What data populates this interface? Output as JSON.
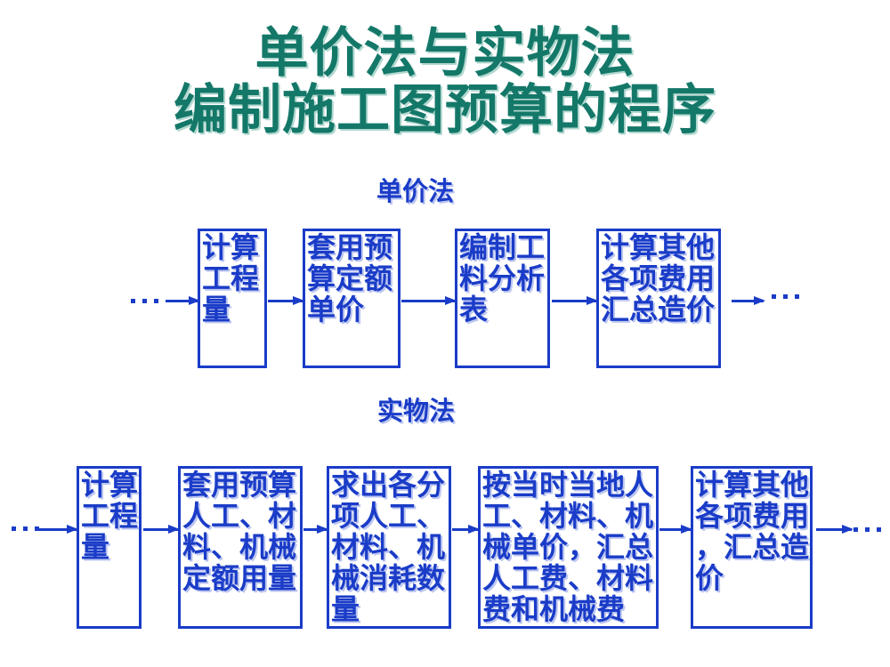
{
  "slide": {
    "title": "单价法与实物法\n编制施工图预算的程序",
    "colors": {
      "title_teal": "#147869",
      "diagram_blue": "#1a3cc8"
    }
  },
  "sections": [
    {
      "label": "单价法",
      "boxes": [
        "计算\n工程\n量",
        "套用预\n算定额\n单价",
        "编制工\n料分析\n表",
        "计算其他\n各项费用\n汇总造价"
      ]
    },
    {
      "label": "实物法",
      "boxes": [
        "计算\n工程\n量",
        "套用预算\n人工、材\n料、机械\n定额用量",
        "求出各分\n项人工、\n材料、机\n械消耗数\n量",
        "按当时当地人\n工、材料、机\n械单价，汇总\n人工费、材料\n费和机械费",
        "计算其他\n各项费用\n，汇总造\n价"
      ]
    }
  ]
}
